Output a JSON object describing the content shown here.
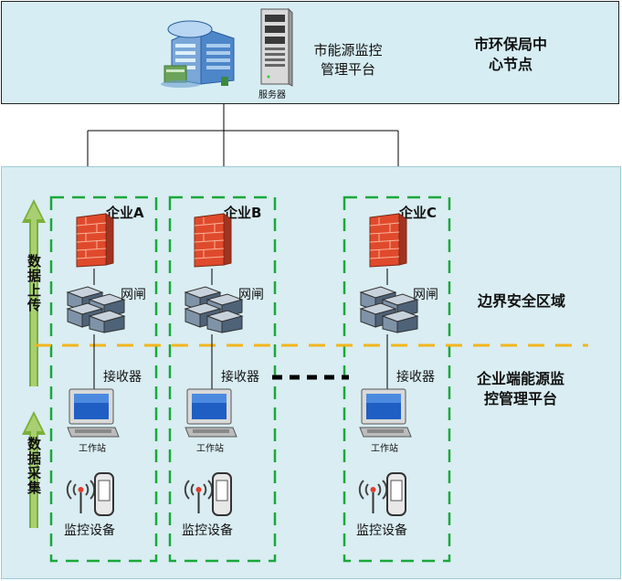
{
  "top": {
    "platform_title_line1": "市能源监控",
    "platform_title_line2": "管理平台",
    "server_label": "服务器",
    "center_node_line1": "市环保局中",
    "center_node_line2": "心节点"
  },
  "zones": {
    "boundary_label": "边界安全区域",
    "platform_line1": "企业端能源监",
    "platform_line2": "控管理平台"
  },
  "arrows": {
    "upload_label": "数据上传",
    "collect_label": "数据采集"
  },
  "enterprises": [
    {
      "name": "企业A",
      "gate_label": "网闸",
      "receiver_label": "接收器",
      "workstation_label": "工作站",
      "device_label": "监控设备"
    },
    {
      "name": "企业B",
      "gate_label": "网闸",
      "receiver_label": "接收器",
      "workstation_label": "工作站",
      "device_label": "监控设备"
    },
    {
      "name": "企业C",
      "gate_label": "网闸",
      "receiver_label": "接收器",
      "workstation_label": "工作站",
      "device_label": "监控设备"
    }
  ],
  "colors": {
    "dashed_group_border": "#1aa83a",
    "boundary_line": "#f2b51c",
    "firewall": "#e04a2c",
    "arrow_green": "#7bb03a"
  }
}
